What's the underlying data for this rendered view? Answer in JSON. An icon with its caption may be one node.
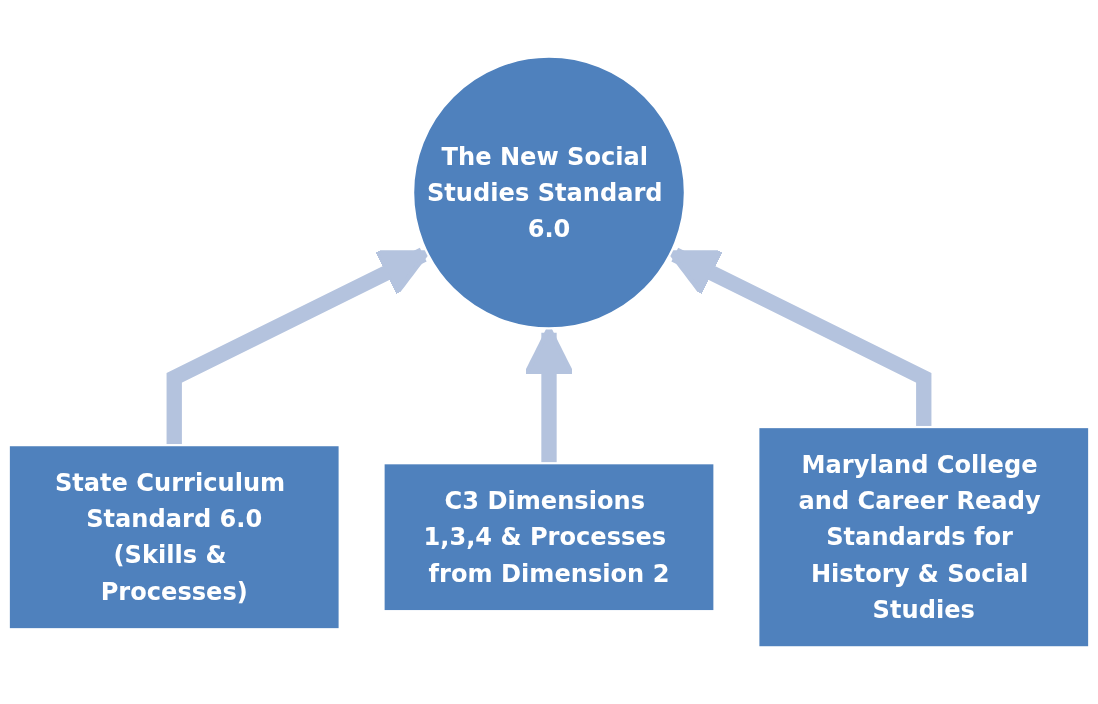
{
  "diagram": {
    "nodes": [
      {
        "text": [
          "The New Social Studies Standard 6.0"
        ]
      },
      {
        "text": [
          "State Curriculum Standard 6.0",
          "(Skills & Processes)"
        ]
      },
      {
        "text": [
          "C3 Dimensions 1,3,4 & Processes from Dimension 2"
        ]
      },
      {
        "text": [
          "Maryland College and Career Ready Standards for History & Social Studies"
        ]
      }
    ],
    "edges": [
      {
        "from": 1,
        "to": 0,
        "arrow": "to"
      },
      {
        "from": 2,
        "to": 0,
        "arrow": "to"
      },
      {
        "from": 3,
        "to": 0,
        "arrow": "to"
      }
    ]
  }
}
